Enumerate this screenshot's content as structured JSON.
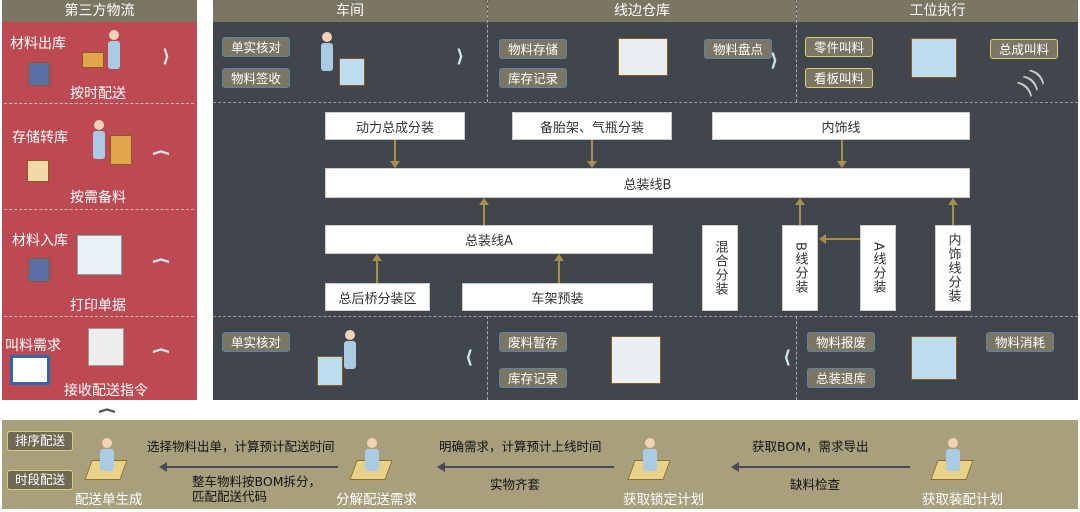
{
  "left": {
    "title": "第三方物流",
    "sections": [
      {
        "title": "材料出库",
        "caption": "按时配送"
      },
      {
        "title": "存储转库",
        "caption": "按需备料"
      },
      {
        "title": "材料入库",
        "caption": "打印单据"
      },
      {
        "title": "叫料需求",
        "caption": "接收配送指令"
      }
    ]
  },
  "main": {
    "headers": [
      "车间",
      "线边仓库",
      "工位执行"
    ],
    "top": {
      "workshop": [
        "单实核对",
        "物料签收"
      ],
      "warehouse": [
        "物料存储",
        "库存记录",
        "物料盘点"
      ],
      "station": [
        "零件叫料",
        "看板叫料",
        "总成叫料"
      ]
    },
    "bottom": {
      "workshop": [
        "单实核对"
      ],
      "warehouse": [
        "废料暂存",
        "库存记录"
      ],
      "station": [
        "物料报废",
        "总装退库",
        "物料消耗"
      ]
    },
    "lines": {
      "power": "动力总成分装",
      "spare": "备胎架、气瓶分装",
      "interior": "内饰线",
      "lineB": "总装线B",
      "lineA": "总装线A",
      "rearAxle": "总后桥分装区",
      "frame": "车架预装",
      "mixed": "混合分装",
      "bSub": "B线分装",
      "aSub": "A线分装",
      "interiorSub": "内饰线分装"
    }
  },
  "flow": {
    "tags": [
      "排序配送",
      "时段配送"
    ],
    "steps": [
      "配送单生成",
      "分解配送需求",
      "获取锁定计划",
      "获取装配计划"
    ],
    "top_notes": [
      "选择物料出单，计算预计配送时间",
      "明确需求，计算预计上线时间",
      "获取BOM，需求导出"
    ],
    "bottom_notes": [
      "整车物料按BOM拆分，\n匹配配送代码",
      "实物齐套",
      "缺料检查"
    ]
  }
}
